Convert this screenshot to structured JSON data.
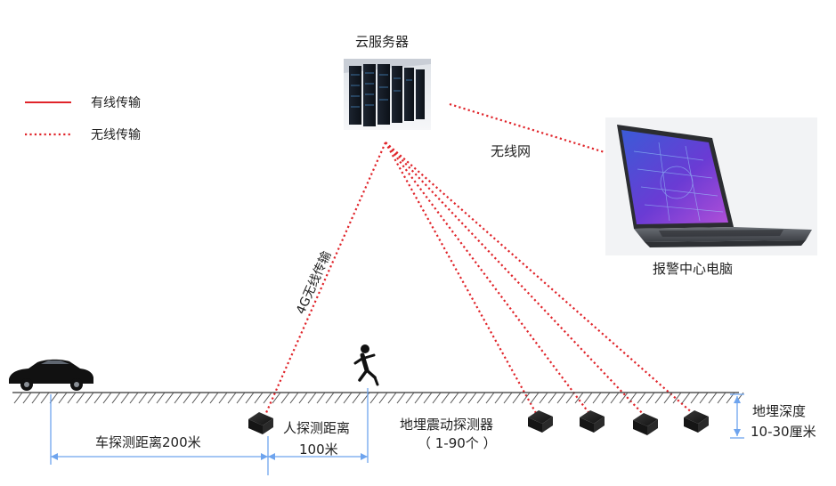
{
  "legend": {
    "wired_label": "有线传输",
    "wireless_label": "无线传输"
  },
  "server": {
    "label": "云服务器"
  },
  "laptop": {
    "label": "报警中心电脑"
  },
  "links": {
    "wifi_label": "无线网",
    "g4_label": "4G无线传输"
  },
  "detectors": {
    "label": "地埋震动探测器",
    "count_label": "（ 1-90个 ）"
  },
  "depth": {
    "title": "地埋深度",
    "value": "10-30厘米"
  },
  "distances": {
    "car": "车探测距离200米",
    "person_title": "人探测距离",
    "person_value": "100米"
  },
  "colors": {
    "line_red": "#e0242a",
    "dimension_blue": "#6ea4ee"
  },
  "icons": {
    "car": "car-icon",
    "person": "running-person-icon",
    "server": "server-rack-icon",
    "laptop": "laptop-icon",
    "sensor": "sensor-box-icon"
  }
}
